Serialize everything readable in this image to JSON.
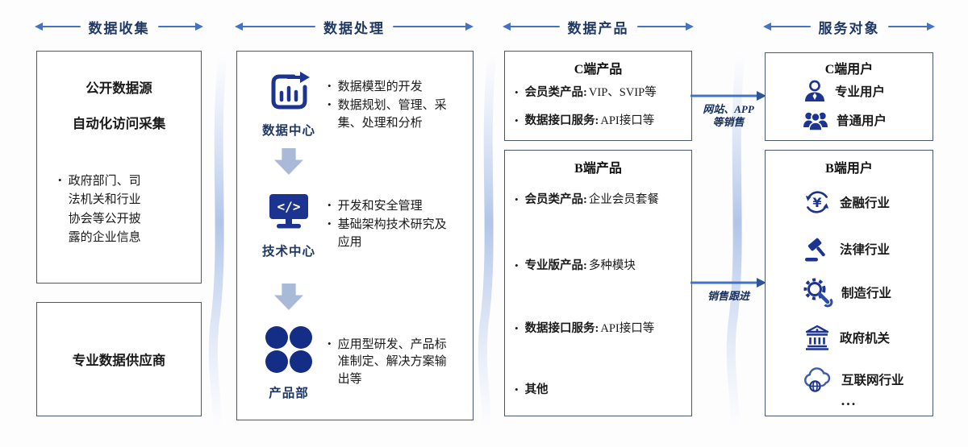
{
  "glyphs": {
    "bullet": "•"
  },
  "colors": {
    "navy": "#1C3490",
    "header_text": "#1F3864",
    "arrow_blue": "#4472C4",
    "soft_arrow": "#A9BAD8",
    "box_border": "#4A576E"
  },
  "headers": [
    {
      "label": "数据收集"
    },
    {
      "label": "数据处理"
    },
    {
      "label": "数据产品"
    },
    {
      "label": "服务对象"
    }
  ],
  "collection": {
    "box1": {
      "title": "公开数据源",
      "subtitle": "自动化访问采集",
      "bullet": "政府部门、司法机关和行业协会等公开披露的企业信息"
    },
    "box2": {
      "title": "专业数据供应商"
    }
  },
  "processing": {
    "sections": [
      {
        "label": "数据中心",
        "bullets": [
          "数据模型的开发",
          "数据规划、管理、采集、处理和分析"
        ]
      },
      {
        "label": "技术中心",
        "icon_text": "</>",
        "bullets": [
          "开发和安全管理",
          "基础架构技术研究及应用"
        ]
      },
      {
        "label": "产品部",
        "bullets": [
          "应用型研发、产品标准制定、解决方案输出等"
        ]
      }
    ]
  },
  "products": {
    "c": {
      "title": "C端产品",
      "items": [
        {
          "head": "会员类产品:",
          "tail": "VIP、SVIP等"
        },
        {
          "head": "数据接口服务:",
          "tail": "API接口等"
        }
      ]
    },
    "b": {
      "title": "B端产品",
      "items": [
        {
          "head": "会员类产品:",
          "tail": "企业会员套餐"
        },
        {
          "head": "专业版产品:",
          "tail": "多种模块"
        },
        {
          "head": "数据接口服务:",
          "tail": "API接口等"
        },
        {
          "head": "其他",
          "tail": ""
        }
      ]
    }
  },
  "flows": [
    {
      "line1": "网站、APP",
      "line2": "等销售"
    },
    {
      "line1": "销售跟进",
      "line2": ""
    }
  ],
  "users": {
    "c": {
      "title": "C端用户",
      "items": [
        {
          "label": "专业用户"
        },
        {
          "label": "普通用户"
        }
      ]
    },
    "b": {
      "title": "B端用户",
      "currency_glyph": "¥",
      "items": [
        {
          "label": "金融行业"
        },
        {
          "label": "法律行业"
        },
        {
          "label": "制造行业"
        },
        {
          "label": "政府机关"
        },
        {
          "label": "互联网行业"
        }
      ],
      "more": "..."
    }
  }
}
